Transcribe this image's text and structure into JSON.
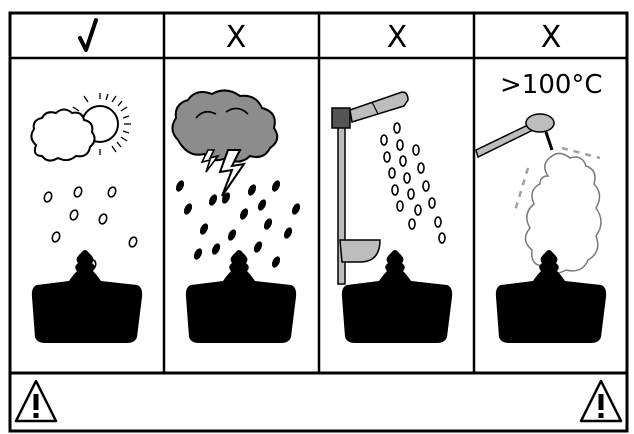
{
  "panels": [
    {
      "id": "sun-and-light-rain",
      "header": "✓",
      "status": "allowed"
    },
    {
      "id": "storm-heavy-rain",
      "header": "X",
      "status": "not-allowed"
    },
    {
      "id": "pressure-washer",
      "header": "X",
      "status": "not-allowed"
    },
    {
      "id": "steam-cleaner",
      "header": "X",
      "status": "not-allowed",
      "temperature_label": ">100°C"
    }
  ],
  "icons": {
    "check": "check-icon",
    "cross": "cross-icon",
    "warning": "warning-icon"
  },
  "colors": {
    "line": "#000000",
    "cloud_gray": "#8c8c8c",
    "metal_gray": "#bdbdbd",
    "steam_gray": "#a0a0a0",
    "background": "#ffffff"
  }
}
